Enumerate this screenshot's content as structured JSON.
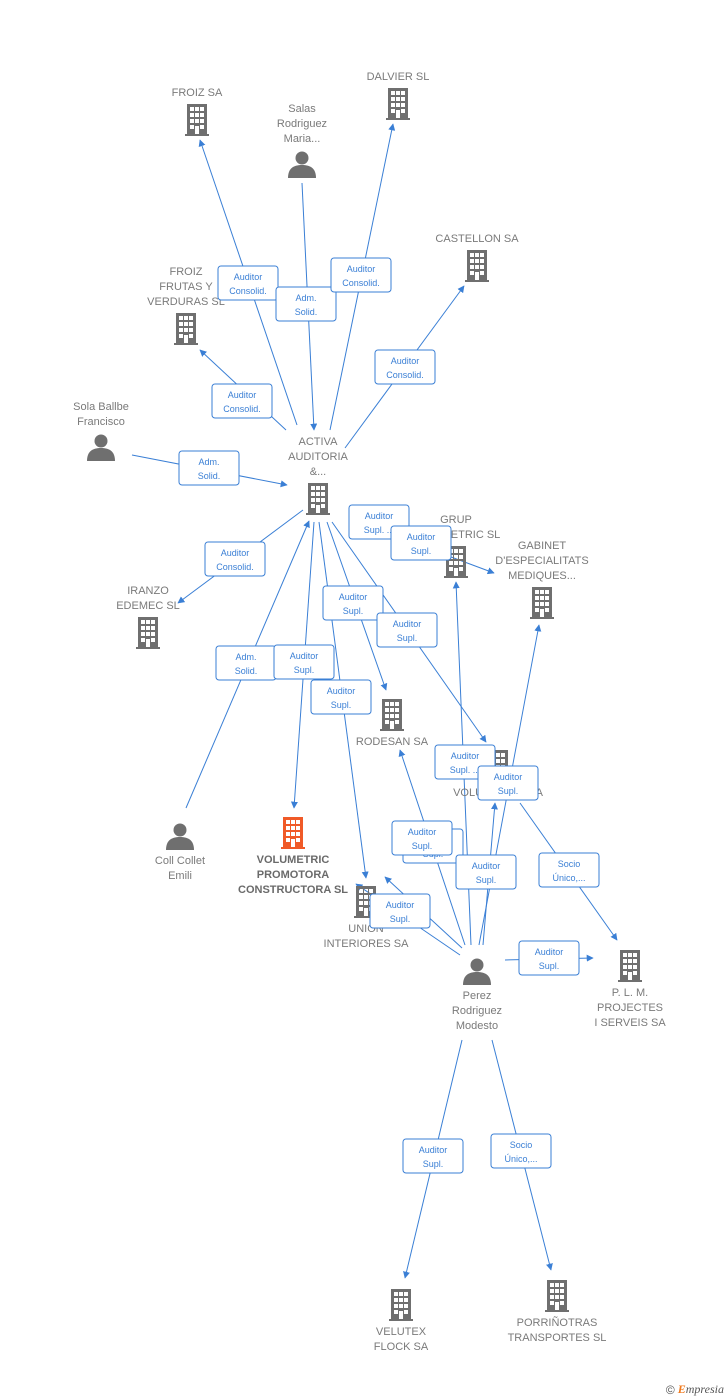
{
  "nodes": [
    {
      "id": "froiz",
      "type": "company",
      "label": [
        "FROIZ SA"
      ]
    },
    {
      "id": "dalvier",
      "type": "company",
      "label": [
        "DALVIER SL"
      ]
    },
    {
      "id": "salas",
      "type": "person",
      "label": [
        "Salas",
        "Rodriguez",
        "Maria..."
      ]
    },
    {
      "id": "castellon",
      "type": "company",
      "label": [
        "CASTELLON SA"
      ]
    },
    {
      "id": "froiz_frutas",
      "type": "company",
      "label": [
        "FROIZ",
        "FRUTAS Y",
        "VERDURAS SL"
      ]
    },
    {
      "id": "sola",
      "type": "person",
      "label": [
        "Sola Ballbe",
        "Francisco"
      ]
    },
    {
      "id": "activa",
      "type": "company",
      "label": [
        "ACTIVA",
        "AUDITORIA",
        "&..."
      ]
    },
    {
      "id": "grup",
      "type": "company",
      "label": [
        "GRUP",
        "VOLUMETRIC SL"
      ]
    },
    {
      "id": "gabinet",
      "type": "company",
      "label": [
        "GABINET",
        "D'ESPECIALITATS",
        "MEDIQUES..."
      ]
    },
    {
      "id": "iranzo",
      "type": "company",
      "label": [
        "IRANZO",
        "EDEMEC SL"
      ]
    },
    {
      "id": "rodesan",
      "type": "company",
      "label": [
        "RODESAN SA"
      ]
    },
    {
      "id": "volum_sa",
      "type": "company",
      "label": [
        "VOLUMETRIC SA"
      ]
    },
    {
      "id": "coll",
      "type": "person",
      "label": [
        "Coll Collet",
        "Emili"
      ]
    },
    {
      "id": "vpc",
      "type": "company",
      "main": true,
      "label": [
        "VOLUMETRIC",
        "PROMOTORA",
        "CONSTRUCTORA SL"
      ]
    },
    {
      "id": "union",
      "type": "company",
      "label": [
        "UNION",
        "INTERIORES SA"
      ]
    },
    {
      "id": "perez",
      "type": "person",
      "label": [
        "Perez",
        "Rodriguez",
        "Modesto"
      ]
    },
    {
      "id": "plm",
      "type": "company",
      "label": [
        "P.  L. M.",
        "PROJECTES",
        "I SERVEIS SA"
      ]
    },
    {
      "id": "velutex",
      "type": "company",
      "label": [
        "VELUTEX",
        "FLOCK SA"
      ]
    },
    {
      "id": "porrinotras",
      "type": "company",
      "label": [
        "PORRIÑOTRAS",
        "TRANSPORTES SL"
      ]
    }
  ],
  "edges": [
    {
      "id": "e1",
      "from": "activa",
      "to": "froiz",
      "label": [
        "Auditor",
        "Consolid."
      ]
    },
    {
      "id": "e2",
      "from": "salas",
      "to": "activa",
      "label": [
        "Adm.",
        "Solid."
      ]
    },
    {
      "id": "e3",
      "from": "activa",
      "to": "dalvier",
      "label": [
        "Auditor",
        "Consolid."
      ]
    },
    {
      "id": "e4",
      "from": "activa",
      "to": "castellon",
      "label": [
        "Auditor",
        "Consolid."
      ]
    },
    {
      "id": "e5",
      "from": "activa",
      "to": "froiz_frutas",
      "label": [
        "Auditor",
        "Consolid."
      ]
    },
    {
      "id": "e6",
      "from": "sola",
      "to": "activa",
      "label": [
        "Adm.",
        "Solid."
      ]
    },
    {
      "id": "e7",
      "from": "activa",
      "to": "iranzo",
      "label": [
        "Auditor",
        "Consolid."
      ]
    },
    {
      "id": "e8",
      "from": "activa",
      "to": "grup",
      "label": [
        "Auditor",
        "Supl. ..."
      ]
    },
    {
      "id": "e9",
      "from": "activa",
      "to": "gabinet",
      "label": [
        "Auditor",
        "Supl."
      ]
    },
    {
      "id": "e10",
      "from": "coll",
      "to": "activa",
      "label": [
        "Adm.",
        "Solid."
      ]
    },
    {
      "id": "e11",
      "from": "activa",
      "to": "vpc",
      "label": [
        "Auditor",
        "Supl."
      ]
    },
    {
      "id": "e12",
      "from": "activa",
      "to": "rodesan",
      "label": [
        "Auditor",
        "Supl."
      ]
    },
    {
      "id": "e13",
      "from": "activa",
      "to": "volum_sa",
      "label": [
        "Auditor",
        "Supl."
      ]
    },
    {
      "id": "e14",
      "from": "activa",
      "to": "union",
      "label": [
        "Auditor",
        "Supl."
      ]
    },
    {
      "id": "e15",
      "from": "perez",
      "to": "grup",
      "label": [
        "Auditor",
        "Supl. ..."
      ]
    },
    {
      "id": "e16",
      "from": "perez",
      "to": "gabinet",
      "label": [
        "Auditor",
        "Supl."
      ]
    },
    {
      "id": "e17",
      "from": "perez",
      "to": "rodesan",
      "label": [
        "Auditor",
        "Supl."
      ]
    },
    {
      "id": "e18",
      "from": "perez",
      "to": "union",
      "label": [
        "Auditor",
        "Supl."
      ]
    },
    {
      "id": "e19",
      "from": "perez",
      "to": "volum_sa",
      "label": [
        "Auditor",
        "Supl."
      ]
    },
    {
      "id": "e20",
      "from": "perez",
      "to": "union",
      "label": [
        "Auditor",
        "Supl."
      ]
    },
    {
      "id": "e21",
      "from": "volum_sa",
      "to": "plm",
      "label": [
        "Socio",
        "Único,..."
      ]
    },
    {
      "id": "e22",
      "from": "perez",
      "to": "plm",
      "label": [
        "Auditor",
        "Supl."
      ]
    },
    {
      "id": "e23",
      "from": "perez",
      "to": "velutex",
      "label": [
        "Auditor",
        "Supl."
      ]
    },
    {
      "id": "e24",
      "from": "perez",
      "to": "porrinotras",
      "label": [
        "Socio",
        "Único,..."
      ]
    }
  ],
  "colors": {
    "edge": "#3a7fd5",
    "node": "#6f6f6f",
    "main_node": "#f05a28",
    "label": "#7a7a7a"
  },
  "footer": {
    "copyright": "©",
    "brand_initial": "E",
    "brand_rest": "mpresia"
  }
}
